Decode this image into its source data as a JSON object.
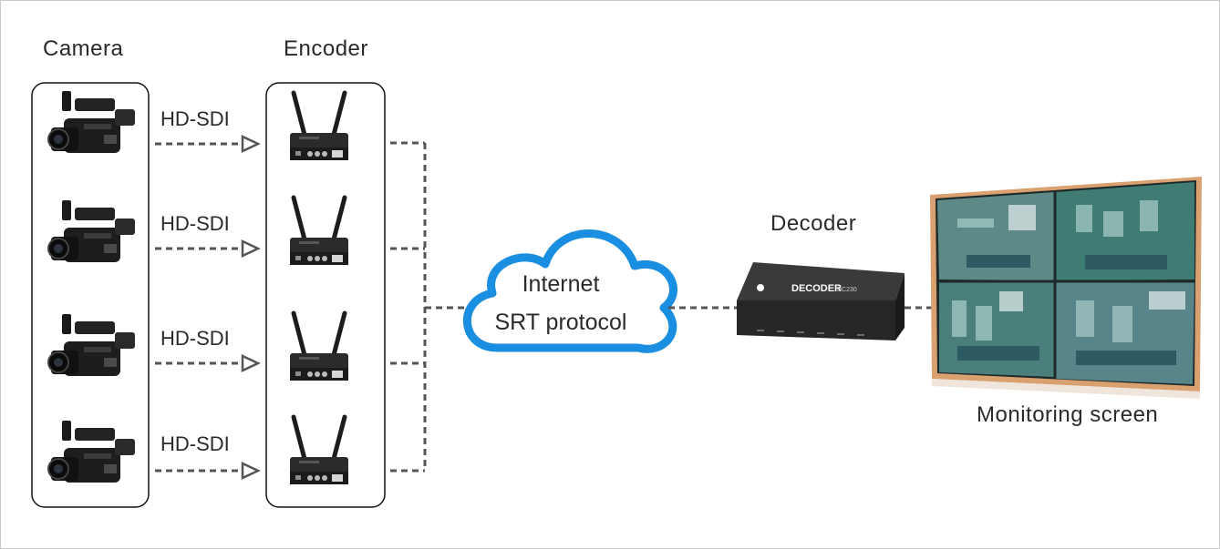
{
  "labels": {
    "camera": "Camera",
    "encoder": "Encoder",
    "decoder": "Decoder",
    "monitor": "Monitoring screen"
  },
  "links": [
    {
      "signal": "HD-SDI"
    },
    {
      "signal": "HD-SDI"
    },
    {
      "signal": "HD-SDI"
    },
    {
      "signal": "HD-SDI"
    }
  ],
  "cloud": {
    "line1": "Internet",
    "line2": "SRT protocol"
  },
  "devices": {
    "decoder_brand": "DECODER",
    "decoder_model": "DC230"
  },
  "colors": {
    "cloud": "#1a8ee0",
    "dash": "#555555",
    "monitor_frame": "#d9a070",
    "device": "#2a2a2a"
  }
}
